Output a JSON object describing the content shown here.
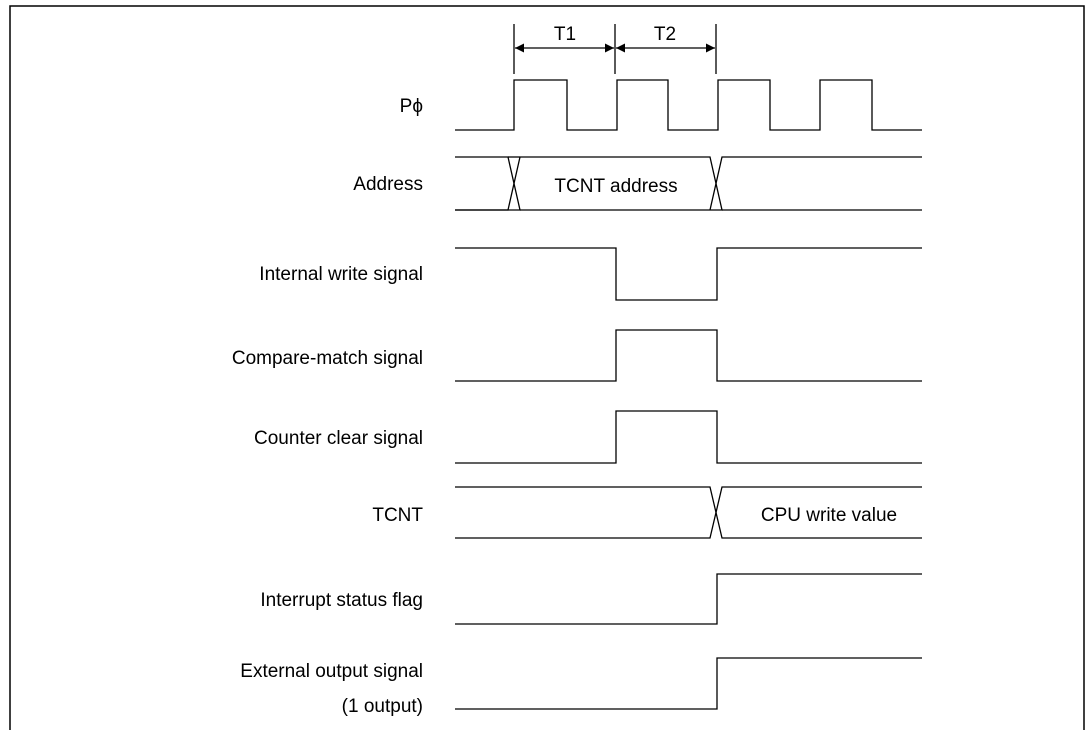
{
  "diagram": {
    "periods": {
      "t1": "T1",
      "t2": "T2"
    },
    "signals": {
      "pclk": {
        "label": "Pϕ"
      },
      "address": {
        "label": "Address",
        "value": "TCNT address"
      },
      "write": {
        "label": "Internal write signal"
      },
      "compare": {
        "label": "Compare-match signal"
      },
      "clear": {
        "label": "Counter clear signal"
      },
      "tcnt": {
        "label": "TCNT",
        "value": "CPU write value"
      },
      "flag": {
        "label": "Interrupt status flag"
      },
      "extout": {
        "label_line1": "External output signal",
        "label_line2": "(1 output)"
      }
    }
  }
}
